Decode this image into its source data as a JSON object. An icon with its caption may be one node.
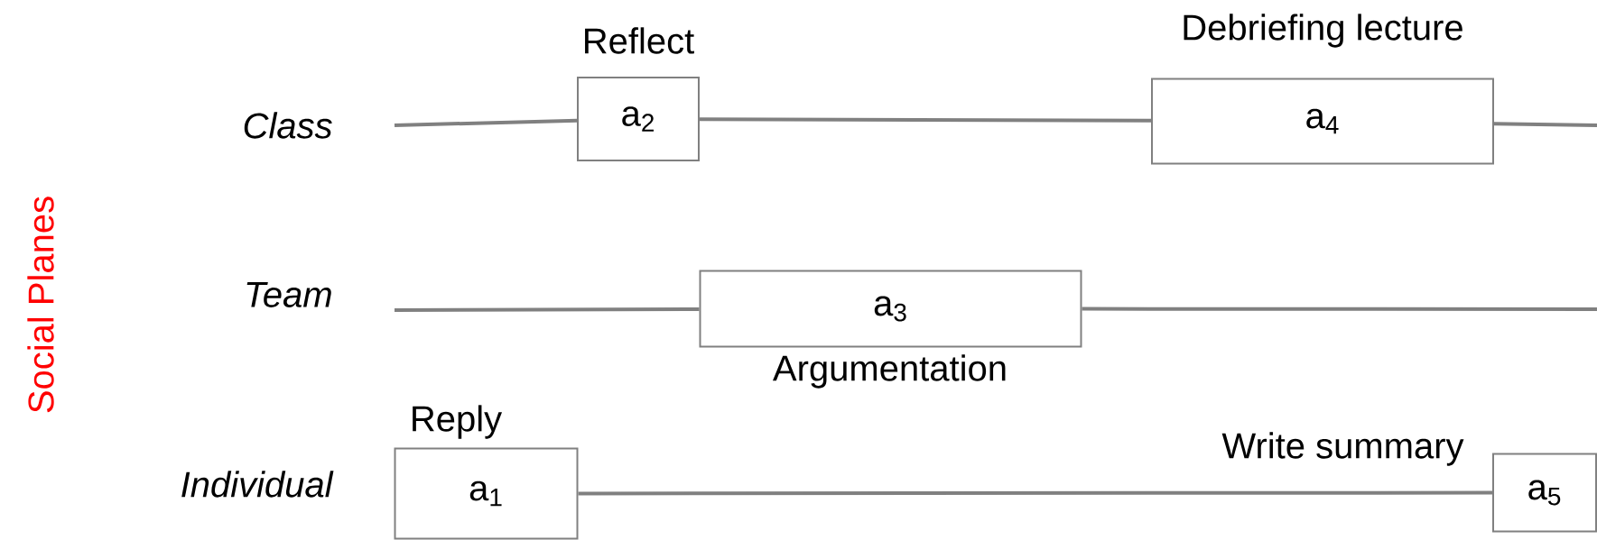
{
  "diagram": {
    "nodes": [
      {
        "text": [
          "a$_{2}$"
        ],
        "beside": [
          "Reflect"
        ]
      },
      {
        "text": [
          "a$_{4}$"
        ],
        "beside": [
          "Debriefing lecture"
        ]
      },
      {
        "text": [
          "a$_{3}$"
        ],
        "beside": [
          "Argumentation"
        ]
      },
      {
        "text": [
          "a$_{1}$"
        ],
        "beside": [
          "Reply"
        ]
      },
      {
        "text": [
          "a$_{5}$"
        ],
        "beside": [
          "Write summary"
        ]
      }
    ],
    "edges": [
      {
        "from": null,
        "to": 0,
        "arrow": "none"
      },
      {
        "from": 0,
        "to": 1,
        "arrow": "none"
      },
      {
        "from": 1,
        "to": null,
        "arrow": "none"
      },
      {
        "from": null,
        "to": 2,
        "arrow": "none"
      },
      {
        "from": 2,
        "to": null,
        "arrow": "none"
      },
      {
        "from": 3,
        "to": 4,
        "arrow": "none"
      }
    ],
    "labels": [
      "Class",
      "Team",
      "Individual",
      "Social Planes"
    ]
  }
}
